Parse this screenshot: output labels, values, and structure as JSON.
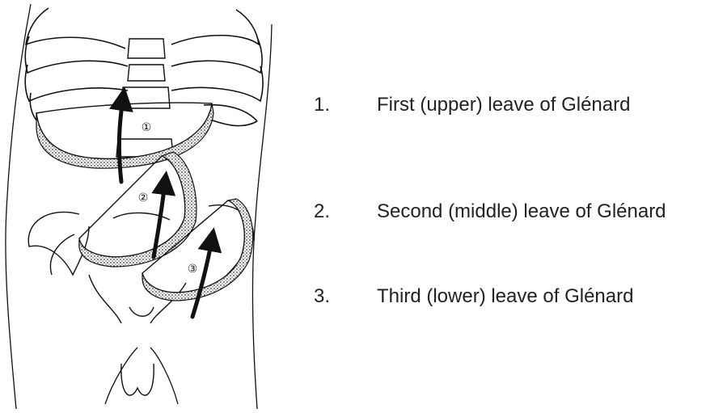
{
  "figure": {
    "markers": [
      "①",
      "②",
      "③"
    ]
  },
  "legend": {
    "items": [
      {
        "number": "1.",
        "text": "First (upper) leave of Glénard"
      },
      {
        "number": "2.",
        "text": "Second (middle) leave of Glénard"
      },
      {
        "number": "3.",
        "text": "Third (lower) leave of Glénard"
      }
    ]
  },
  "colors": {
    "ink": "#111111",
    "text": "#222222",
    "band_shading": "#555555",
    "background": "#ffffff"
  }
}
